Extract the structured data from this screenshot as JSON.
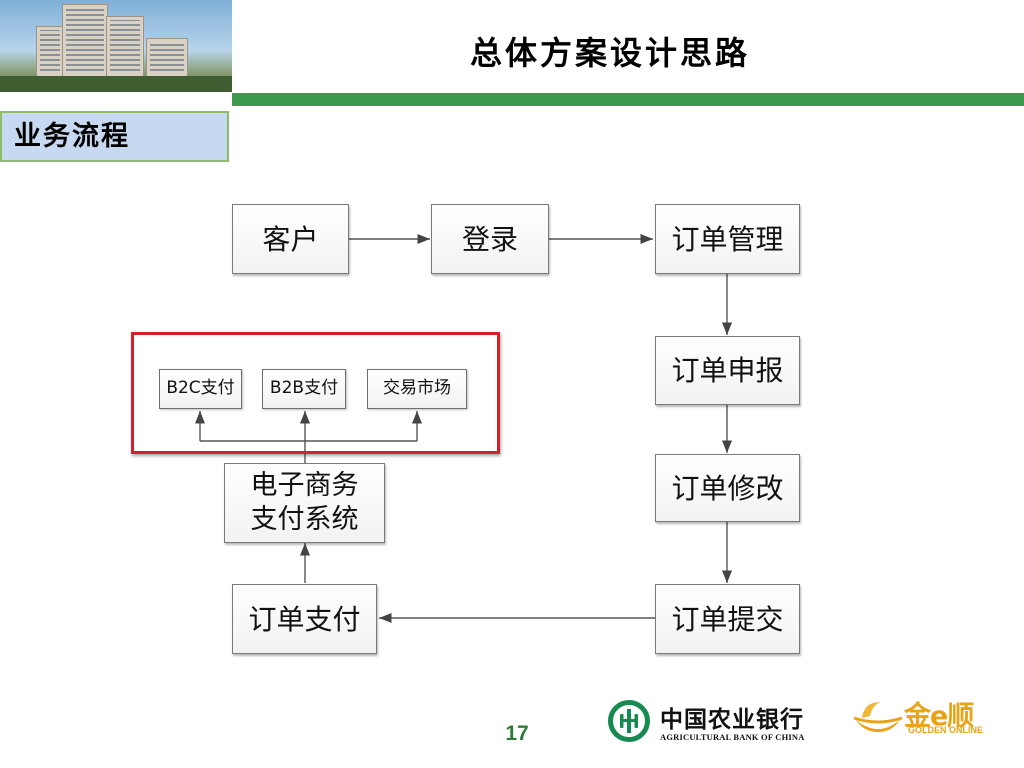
{
  "header": {
    "title": "总体方案设计思路"
  },
  "section": {
    "label": "业务流程"
  },
  "diagram": {
    "nodes": {
      "customer": "客户",
      "login": "登录",
      "order_manage": "订单管理",
      "order_declare": "订单申报",
      "order_modify": "订单修改",
      "order_submit": "订单提交",
      "order_pay": "订单支付",
      "payment_system": "电子商务\n支付系统",
      "b2c_pay": "B2C支付",
      "b2b_pay": "B2B支付",
      "exchange_market": "交易市场"
    },
    "highlight_color": "#d4202a"
  },
  "footer": {
    "page_number": "17",
    "bank_logo_cn": "中国农业银行",
    "bank_logo_en": "AGRICULTURAL BANK OF CHINA",
    "partner_logo_cn": "金e顺",
    "partner_logo_en": "GOLDEN ONLINE"
  },
  "colors": {
    "accent_green": "#3e9a4f",
    "section_tag_bg": "#c7d9f0",
    "gold": "#e8a317"
  }
}
